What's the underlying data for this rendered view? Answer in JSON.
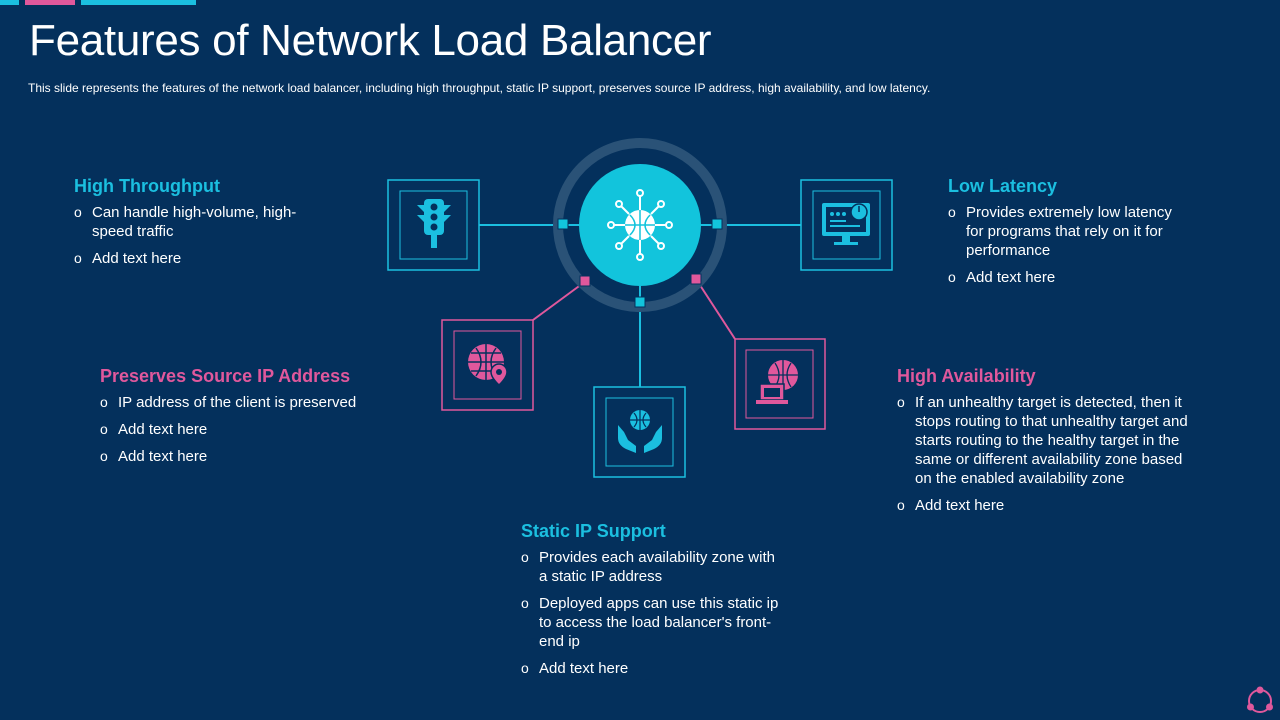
{
  "slide": {
    "title": "Features of Network Load Balancer",
    "subtitle": "This slide represents the features  of the network load balancer, including high throughput, static IP support, preserves  source IP address, high availability, and low latency."
  },
  "colors": {
    "background": "#04305c",
    "cyan": "#1bbfe0",
    "pink": "#e0589c",
    "hub": "#12c4dc",
    "ring": "#2a5277"
  },
  "hub": {
    "icon": "network-globe-icon"
  },
  "features": {
    "high_throughput": {
      "title": "High Throughput",
      "icon": "traffic-light-icon",
      "points": [
        "Can handle high-volume,  high-speed traffic",
        "Add text here"
      ]
    },
    "low_latency": {
      "title": "Low Latency",
      "icon": "dashboard-monitor-icon",
      "points": [
        "Provides extremely  low latency for programs that rely on it for performance",
        "Add text here"
      ]
    },
    "preserves_source_ip": {
      "title": "Preserves Source IP Address",
      "icon": "globe-location-pin-icon",
      "points": [
        "IP address of the client is preserved",
        "Add text here",
        "Add text here"
      ]
    },
    "high_availability": {
      "title": "High Availability",
      "icon": "globe-laptop-icon",
      "points": [
        "If an unhealthy  target is detected, then it stops routing to that unhealthy  target and starts routing to the healthy target in the same or different availability zone based on the enabled availability zone",
        "Add text here"
      ]
    },
    "static_ip_support": {
      "title": "Static IP Support",
      "icon": "hands-globe-icon",
      "points": [
        "Provides each availability zone with a static IP address",
        "Deployed apps can use this static ip to access the load balancer's front-end ip",
        "Add text here"
      ]
    }
  }
}
